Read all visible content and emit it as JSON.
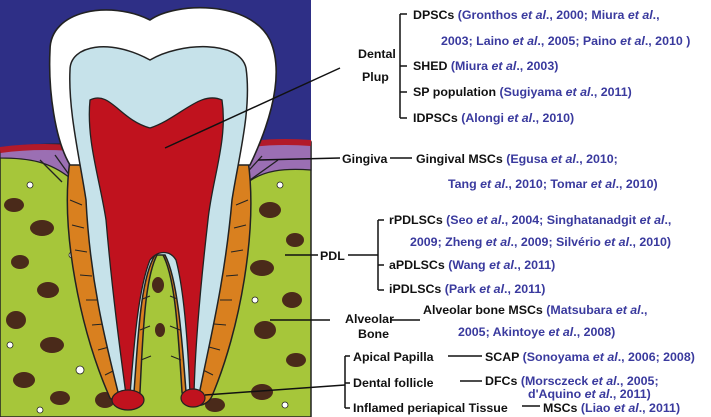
{
  "colors": {
    "sky": "#2e2f86",
    "bone": "#a6c63a",
    "bone_spots": "#4a2a1a",
    "gingiva": "#9b6fb3",
    "gum_line": "#b21a2a",
    "enamel": "#ffffff",
    "dentin": "#c6e2ea",
    "pulp": "#c0121e",
    "pdl": "#d9801f",
    "citation": "#3a3a9e",
    "label": "#111111"
  },
  "tissues": {
    "dental_pulp": "Dental",
    "dental_pulp_2": "Plup",
    "gingiva": "Gingiva",
    "pdl": "PDL",
    "alveolar_bone": "Alveolar",
    "alveolar_bone_2": "Bone",
    "apical_papilla": "Apical Papilla",
    "dental_follicle": "Dental follicle",
    "inflamed_tissue": "Inflamed periapical Tissue"
  },
  "entries": {
    "dpsc_name": "DPSCs",
    "dpsc_c1": "(Gronthos ",
    "dpsc_c1_it": "et al",
    "dpsc_c1_b": "., 2000; Miura ",
    "dpsc_c1_it2": "et al",
    "dpsc_c1_c": "., ",
    "dpsc_c2": "2003;  Laino ",
    "dpsc_c2_it": "et al",
    "dpsc_c2_b": "., 2005;  Paino ",
    "dpsc_c2_it2": "et al",
    "dpsc_c2_c": "., 2010 )",
    "shed_name": "SHED",
    "shed_c": "(Miura ",
    "shed_it": "et al",
    "shed_c2": "., 2003)",
    "sp_name": "SP population",
    "sp_c": "(Sugiyama ",
    "sp_it": "et al",
    "sp_c2": "., 2011)",
    "idpsc_name": "IDPSCs",
    "idpsc_c": "(Alongi ",
    "idpsc_it": "et al",
    "idpsc_c2": "., 2010)",
    "gmsc_name": "Gingival MSCs",
    "gmsc_c1": "(Egusa ",
    "gmsc_c1_it": "et al",
    "gmsc_c1_b": "., 2010;",
    "gmsc_c2": "Tang ",
    "gmsc_c2_it": "et al",
    "gmsc_c2_b": "., 2010; Tomar ",
    "gmsc_c2_it2": "et al",
    "gmsc_c2_c": "., 2010)",
    "rpdl_name": "rPDLSCs",
    "rpdl_c1": "(Seo ",
    "rpdl_c1_it": "et al",
    "rpdl_c1_b": "., 2004; Singhatanadgit ",
    "rpdl_c1_it2": "et al",
    "rpdl_c1_c": "., ",
    "rpdl_c2": "2009; Zheng ",
    "rpdl_c2_it": "et al",
    "rpdl_c2_b": "., 2009; Silvério ",
    "rpdl_c2_it2": "et al",
    "rpdl_c2_c": "., 2010)",
    "apdl_name": "aPDLSCs",
    "apdl_c": "(Wang ",
    "apdl_it": "et al",
    "apdl_c2": "., 2011)",
    "ipdl_name": "iPDLSCs",
    "ipdl_c": "(Park ",
    "ipdl_it": "et al",
    "ipdl_c2": "., 2011)",
    "abmsc_name": "Alveolar bone MSCs",
    "abmsc_c1": "(Matsubara ",
    "abmsc_c1_it": "et al",
    "abmsc_c1_b": "., ",
    "abmsc_c2": "2005; Akintoye ",
    "abmsc_c2_it": "et al",
    "abmsc_c2_b": "., 2008)",
    "scap_name": "SCAP",
    "scap_c": "(Sonoyama ",
    "scap_it": "et al",
    "scap_c2": "., 2006; 2008)",
    "dfc_name": "DFCs",
    "dfc_c1": "(Morsczeck ",
    "dfc_c1_it": "et al",
    "dfc_c1_b": "., 2005;",
    "dfc_c2": "d'Aquino ",
    "dfc_c2_it": "et al",
    "dfc_c2_b": "., 2011)",
    "msc_name": "MSCs",
    "msc_c": "(Liao ",
    "msc_it": "et al",
    "msc_c2": "., 2011)"
  }
}
